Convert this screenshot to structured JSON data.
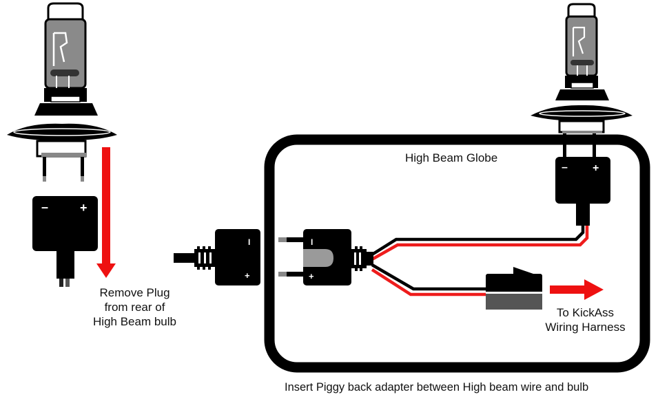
{
  "labels": {
    "remove_plug": [
      "Remove Plug",
      "from rear of",
      "High Beam bulb"
    ],
    "high_beam_globe": "High Beam Globe",
    "to_harness": [
      "To KickAss",
      "Wiring Harness"
    ],
    "insert_instruction": "Insert Piggy back adapter between High beam wire and bulb"
  },
  "polarity": {
    "negative": "–",
    "positive": "+",
    "socket_negative": "I"
  },
  "colors": {
    "outline": "#000000",
    "wire_red": "#ee1c1c",
    "arrow_red": "#ee1111",
    "glass_grey": "#8a8a8a",
    "connector_grey": "#555555",
    "tab_grey": "#9a9a9a"
  }
}
